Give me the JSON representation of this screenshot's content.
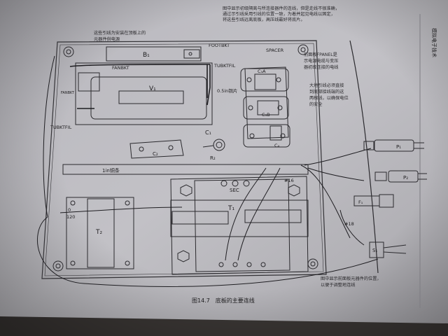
{
  "figure": {
    "caption": "图14.7　底板的主要连线",
    "side_tab": "模拟电子技术"
  },
  "annotations": {
    "top_left": [
      "这些引线为安装在顶板上的",
      "元器件供电源"
    ],
    "top_center": [
      "图中显示初级隔离与所连接器件的连线，但是走线不很准确，",
      "通过示引线采用引线的位置一致，为着并起见电线以固定，",
      "将这些引线远离底板，高压线最好将底片。"
    ],
    "right_panel": [
      "前面板FPANEL是",
      "示电源电缆与变压",
      "器初级连接的电线"
    ],
    "right_ground": [
      "大地引线必须直接",
      "到底部接线端的这",
      "两根线，以确保电位",
      "的安全"
    ],
    "bottom_right": [
      "图中显示前面板元器件的位置，",
      "以便于调整地连线"
    ]
  },
  "labels": {
    "footbkt": "FOOTBKT",
    "spacer": "SPACER",
    "fanbkt": "FANBKT",
    "tubktfil_top": "TUBKTFIL",
    "tubktfil_left": "TUBKTFIL",
    "fanbkt_left": "FANBKT",
    "b1": "B₁",
    "v1": "V₁",
    "c1": "C₁",
    "c2": "C₂",
    "c3a": "C₃A",
    "c3b": "C₃B",
    "c4": "C₄",
    "r2": "R₂",
    "copper_sheet": "0.5in铜片",
    "copper_bar": "1in铜条",
    "sec": "SEC",
    "wire16": "#16",
    "wire18": "#18",
    "t1": "T₁",
    "t2": "T₂",
    "tap0": "0",
    "tap120": "120",
    "p1": "P₁",
    "p2": "P₂",
    "f1": "F₁",
    "s1": "S₁"
  }
}
